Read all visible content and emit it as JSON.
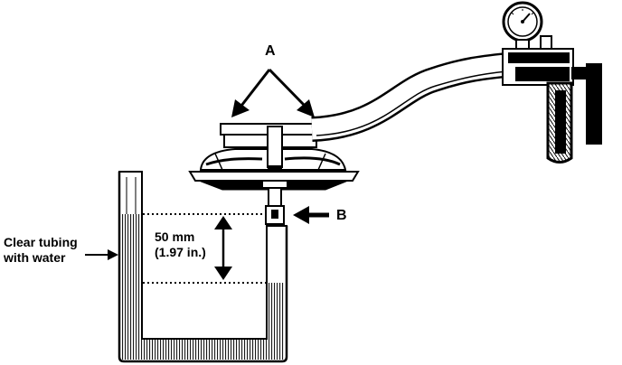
{
  "labels": {
    "a": "A",
    "b": "B",
    "clear_tubing": [
      "Clear tubing",
      "with water"
    ],
    "dimension": [
      "50 mm",
      "(1.97 in.)"
    ]
  },
  "colors": {
    "line": "#000000",
    "water": "#000000",
    "background": "#ffffff"
  }
}
